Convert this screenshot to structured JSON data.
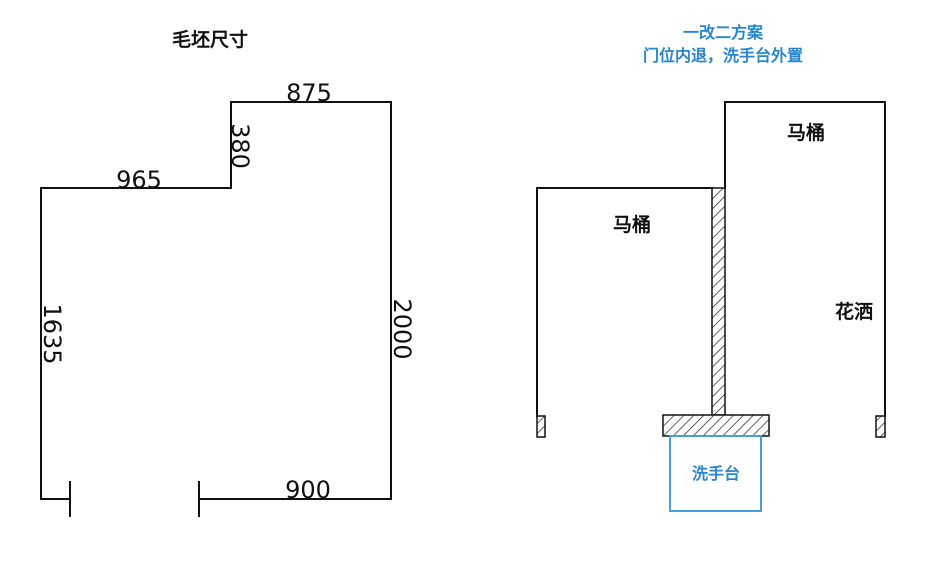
{
  "colors": {
    "line": "#111111",
    "accent_blue": "#2a86c8",
    "vanity_border": "#4a9fd8"
  },
  "left_plan": {
    "title": "毛坯尺寸",
    "dimensions": {
      "top_right_width": "875",
      "step_height": "380",
      "top_left_width": "965",
      "left_height": "1635",
      "right_height": "2000",
      "bottom_right_width": "900"
    }
  },
  "right_plan": {
    "title_line1": "一改二方案",
    "title_line2": "门位内退，洗手台外置",
    "labels": {
      "toilet_left": "马桶",
      "toilet_right": "马桶",
      "shower": "花洒",
      "vanity": "洗手台"
    }
  }
}
